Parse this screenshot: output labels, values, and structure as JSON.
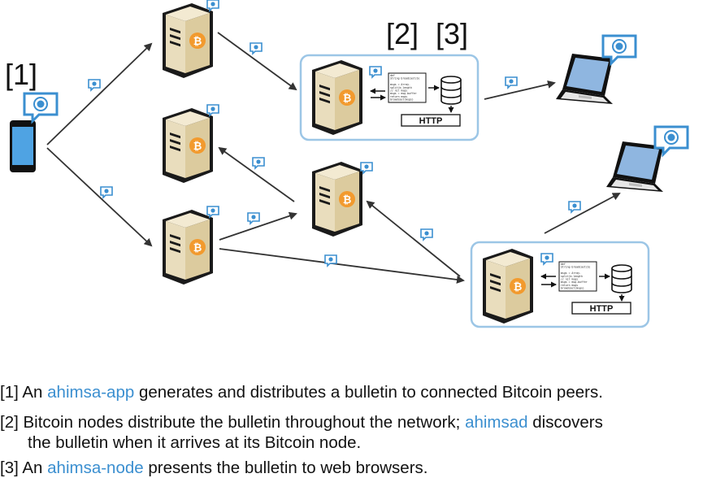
{
  "callouts": {
    "c1": "[1]",
    "c2": "[2]",
    "c3": "[3]"
  },
  "http_label": "HTTP",
  "code_snippet": [
    "def",
    "String broadcast(b)",
    "",
    "  msgs = Array.",
    "  split(b.length",
    "  // nil msgs",
    "  msgs = msg.buffer",
    "  return msgs",
    "  broadcast(msgs)"
  ],
  "captions": {
    "one": {
      "a": "[1] An ",
      "link": "ahimsa-app",
      "b": " generates and distributes a bulletin to connected Bitcoin peers."
    },
    "two": {
      "a": "[2] Bitcoin nodes distribute the bulletin throughout the network; ",
      "link": "ahimsad",
      "b": " discovers",
      "line2": "the bulletin when it arrives at its Bitcoin node."
    },
    "three": {
      "a": "[3] An ",
      "link": "ahimsa-node",
      "b": " presents the bulletin to web browsers."
    }
  },
  "colors": {
    "server_body": "#e9ddbd",
    "server_dark": "#1a1a1a",
    "bitcoin": "#f29a2e",
    "bubble": "#3b8fd0",
    "box_border": "#9cc6e6",
    "laptop_screen": "#8fb6e0",
    "phone_screen": "#4fa3e3",
    "caption_highlight": "#3b8fd0"
  }
}
